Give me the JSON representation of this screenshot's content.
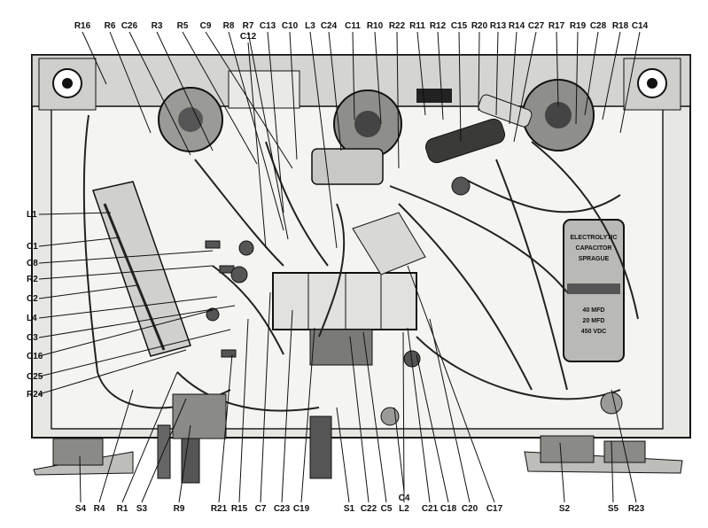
{
  "labels": {
    "top": [
      "R16",
      "R6",
      "C26",
      "R3",
      "R5",
      "C9",
      "R8",
      "R7",
      "C12",
      "C13",
      "C10",
      "L3",
      "C24",
      "C11",
      "R10",
      "R22",
      "R11",
      "R12",
      "C15",
      "R20",
      "R13",
      "R14",
      "C27",
      "R17",
      "R19",
      "C28",
      "R18",
      "C14"
    ],
    "left": [
      "L1",
      "C1",
      "C8",
      "R2",
      "C2",
      "L4",
      "C3",
      "C16",
      "C25",
      "R24"
    ],
    "bottom": [
      "S4",
      "R4",
      "R1",
      "S3",
      "R9",
      "R21",
      "R15",
      "C7",
      "C23",
      "C19",
      "S1",
      "C22",
      "C5",
      "C4",
      "L2",
      "C21",
      "C18",
      "C20",
      "C17",
      "S2",
      "S5",
      "R23"
    ]
  },
  "capacitor_can": {
    "lines": [
      "ELECTROLYTIC",
      "CAPACITOR",
      "SPRAGUE",
      "40 MFD",
      "20 MFD",
      "450 VDC"
    ]
  },
  "colors": {
    "ink": "#111111",
    "chassis": "#f2f2f0",
    "panel": "#d9d9d6",
    "shadow": "#4a4a4a"
  }
}
